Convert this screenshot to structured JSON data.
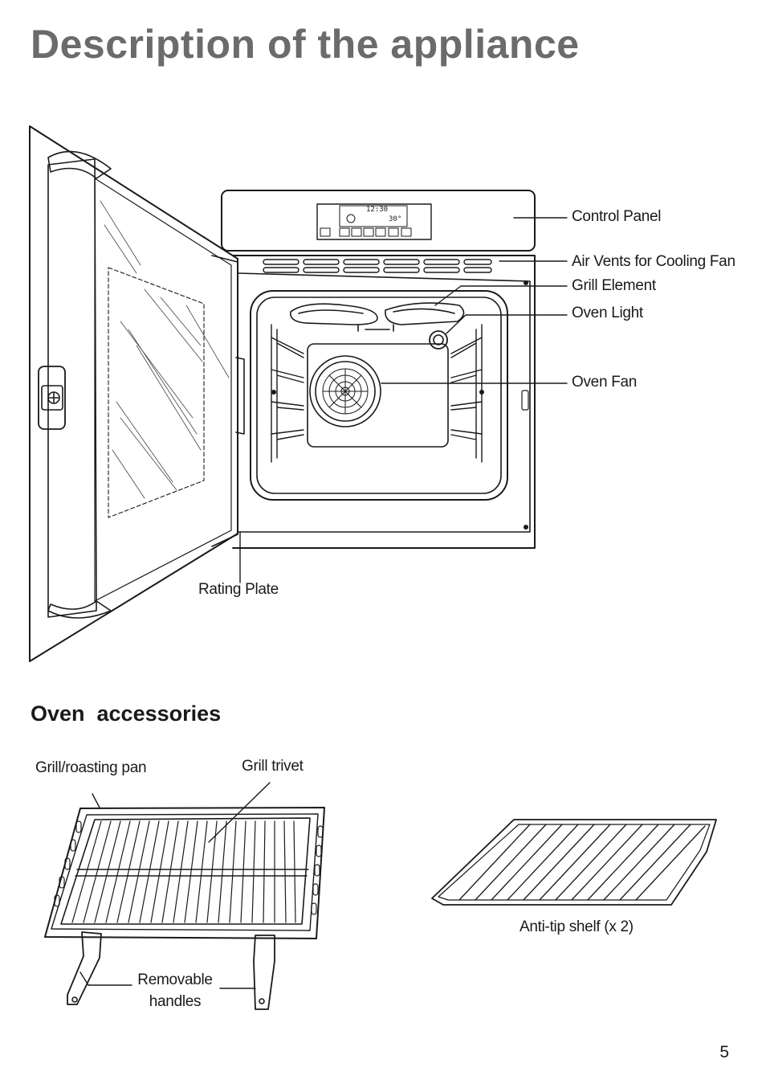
{
  "page": {
    "title": "Description of the appliance",
    "page_number": "5"
  },
  "appliance": {
    "labels": {
      "control_panel": "Control Panel",
      "air_vents": "Air Vents for Cooling Fan",
      "grill_element": "Grill Element",
      "oven_light": "Oven Light",
      "oven_fan": "Oven Fan",
      "rating_plate": "Rating Plate"
    },
    "display": {
      "time": "12:30",
      "temperature": "30°"
    }
  },
  "accessories": {
    "heading": "Oven  accessories",
    "labels": {
      "grill_pan": "Grill/roasting pan",
      "grill_trivet": "Grill trivet",
      "removable_handles_line1": "Removable",
      "removable_handles_line2": "handles",
      "anti_tip_shelf": "Anti-tip shelf (x 2)"
    }
  }
}
